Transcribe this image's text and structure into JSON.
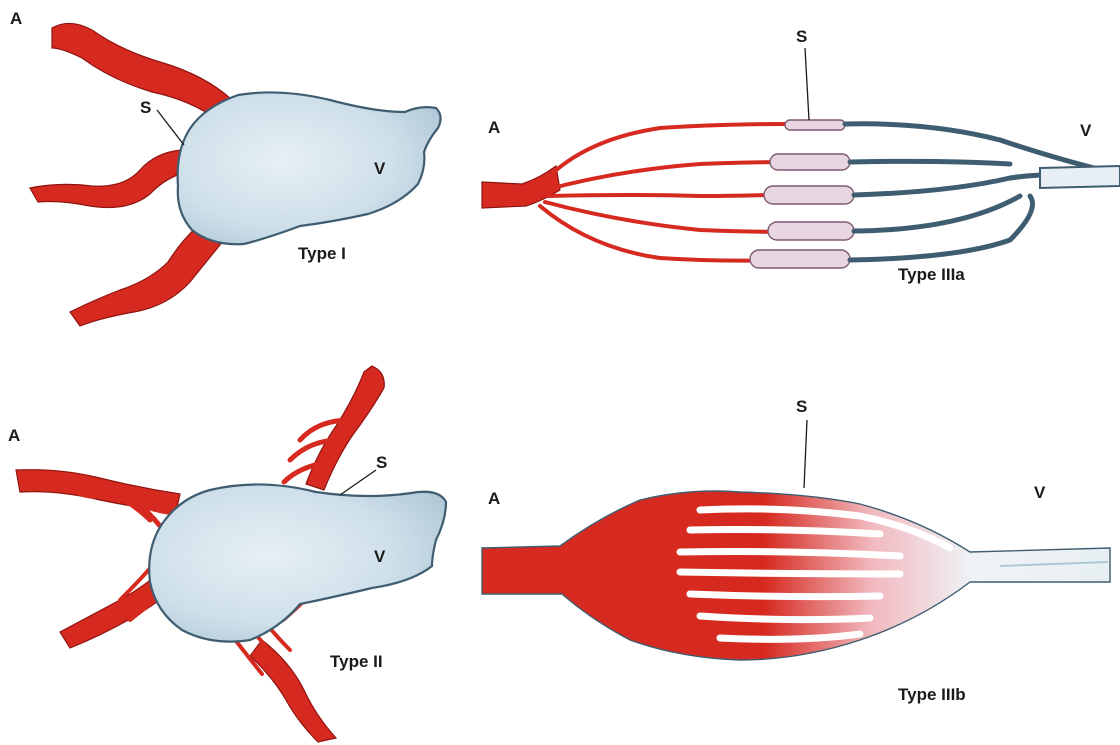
{
  "panels": {
    "type1": {
      "title": "Type I",
      "artery": "A",
      "shunt": "S",
      "vein": "V"
    },
    "type2": {
      "title": "Type II",
      "artery": "A",
      "shunt": "S",
      "vein": "V"
    },
    "type3a": {
      "title": "Type IIIa",
      "artery": "A",
      "shunt": "S",
      "vein": "V"
    },
    "type3b": {
      "title": "Type IIIb",
      "artery": "A",
      "shunt": "S",
      "vein": "V"
    }
  },
  "colors": {
    "artery": "#d62a20",
    "artery_outline": "#8e1410",
    "vein_fill": "#d4e3ec",
    "vein_outline": "#3f5d70",
    "label": "#1a1a1a",
    "background": "#ffffff"
  }
}
